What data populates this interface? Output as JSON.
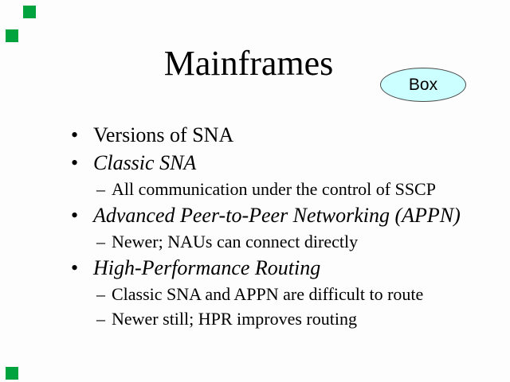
{
  "slide": {
    "title": "Mainframes",
    "callout": {
      "label": "Box",
      "fill_color": "#ccffff",
      "border_color": "#4a4a4a"
    },
    "glyphs": {
      "level1_bullet": "•",
      "level2_bullet": "–"
    },
    "bullets": [
      {
        "level": 1,
        "italic": false,
        "text": "Versions of SNA"
      },
      {
        "level": 1,
        "italic": true,
        "text": "Classic SNA"
      },
      {
        "level": 2,
        "italic": false,
        "text": "All communication under the control of SSCP"
      },
      {
        "level": 1,
        "italic": true,
        "text": "Advanced Peer-to-Peer Networking (APPN)"
      },
      {
        "level": 2,
        "italic": false,
        "text": "Newer; NAUs can connect directly"
      },
      {
        "level": 1,
        "italic": true,
        "text": "High-Performance Routing"
      },
      {
        "level": 2,
        "italic": false,
        "text": "Classic SNA and APPN are difficult to route"
      },
      {
        "level": 2,
        "italic": false,
        "text": "Newer still; HPR improves routing"
      }
    ],
    "edge_markers": {
      "color": "#00a33e",
      "count": 3
    }
  }
}
